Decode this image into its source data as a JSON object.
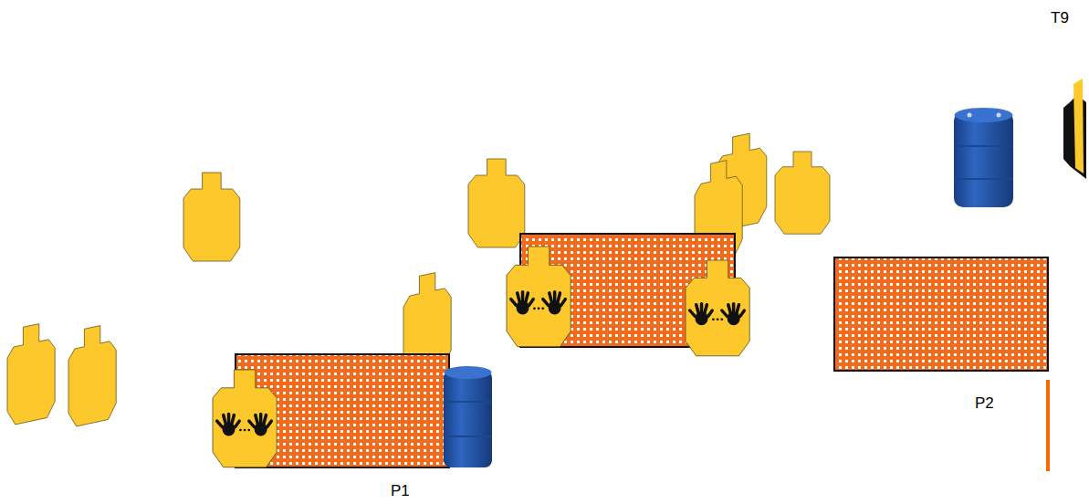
{
  "diagram": {
    "labels": [
      "T9",
      "P1",
      "P2"
    ]
  }
}
